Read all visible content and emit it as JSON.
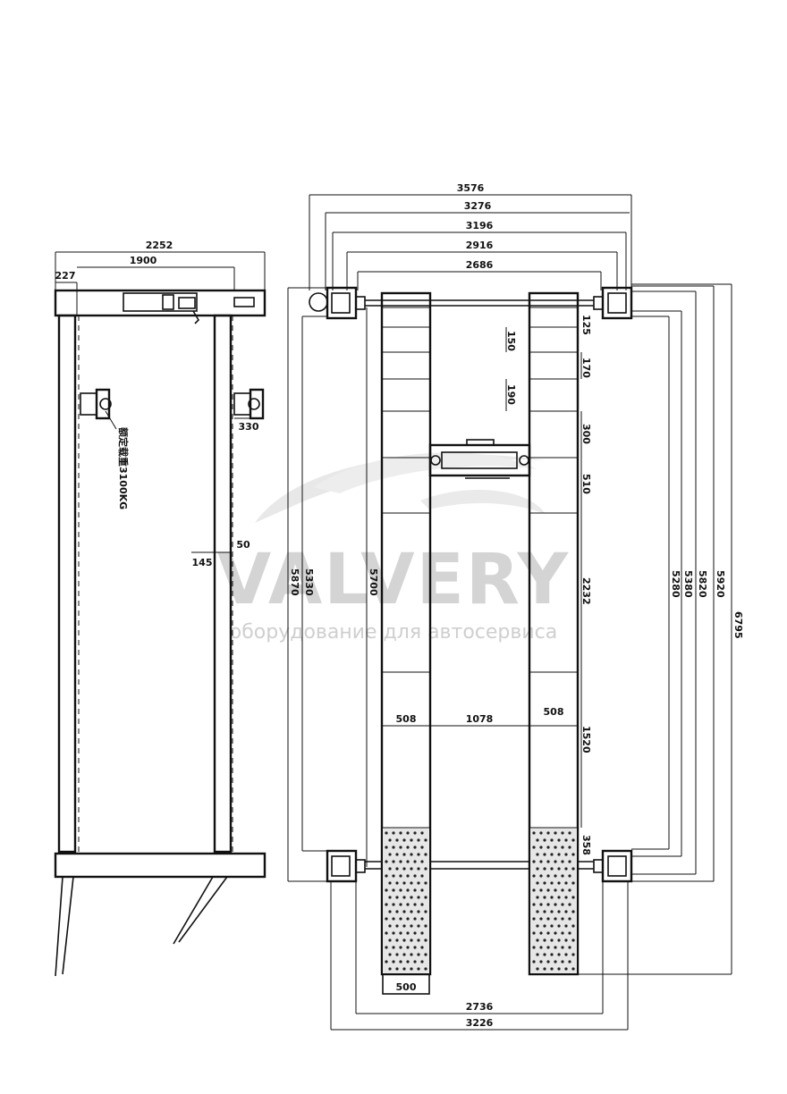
{
  "watermark": {
    "brand": "VALVERY",
    "subtitle": "оборудование для автосервиса"
  },
  "side_view": {
    "capacity_label": "额定载重3100KG",
    "dims": {
      "overall_width": "2252",
      "inner_width": "1900",
      "left_offset": "227",
      "bracket": "330",
      "offset_a": "50",
      "offset_b": "145"
    }
  },
  "top_view": {
    "top_dims": [
      "3576",
      "3276",
      "3196",
      "2916",
      "2686"
    ],
    "bottom_dims": [
      "500",
      "2736",
      "3226"
    ],
    "left_dims": [
      "5870",
      "5330",
      "5700"
    ],
    "right_dims": [
      "5280",
      "5380",
      "5820",
      "5920",
      "6795"
    ],
    "runway_dims": [
      "125",
      "150",
      "170",
      "190",
      "300",
      "510",
      "2232",
      "1520",
      "358"
    ],
    "width_dims": [
      "508",
      "1078",
      "508"
    ]
  }
}
